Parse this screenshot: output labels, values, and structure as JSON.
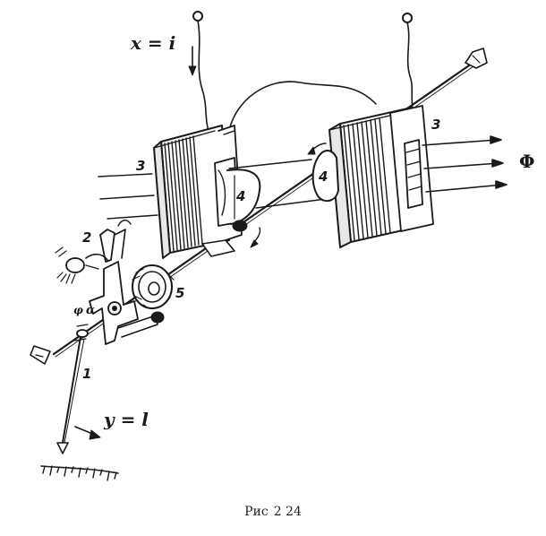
{
  "figure": {
    "caption_prefix": "Рис",
    "caption_number": "2 24"
  },
  "labels": {
    "input_variable": "x = i",
    "output_variable": "y = l",
    "flux_symbol": "Φ",
    "angle_symbol": "α",
    "phi_small": "φ"
  },
  "numbers": {
    "pointer": "1",
    "spring": "2",
    "coil_left": "3",
    "coil_right": "3",
    "frame_left": "4",
    "frame_right": "4",
    "damper": "5"
  },
  "colors": {
    "ink": "#1a1a1a",
    "paper": "#ffffff"
  }
}
